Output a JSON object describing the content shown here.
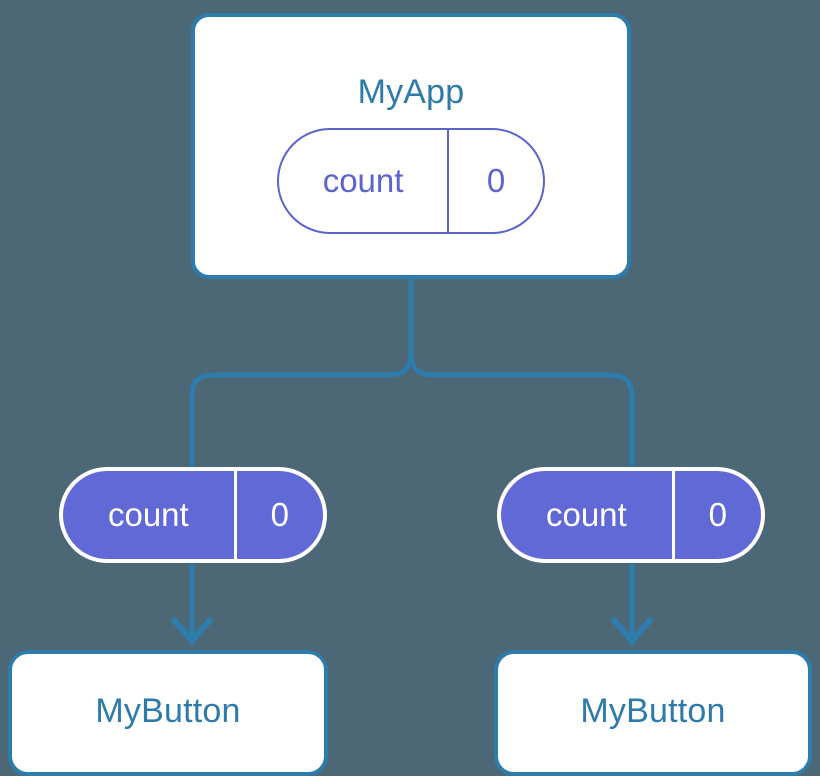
{
  "diagram": {
    "title": "React state propagation tree",
    "background_color": "#4c6775",
    "accent_blue": "#2e7cab",
    "accent_purple": "#6069d6",
    "pill_outline_purple": "#5c63ce",
    "white": "#ffffff"
  },
  "root": {
    "name": "MyApp",
    "state": {
      "key": "count",
      "value": "0"
    }
  },
  "children": [
    {
      "name": "MyButton",
      "state": {
        "key": "count",
        "value": "0"
      }
    },
    {
      "name": "MyButton",
      "state": {
        "key": "count",
        "value": "0"
      }
    }
  ],
  "connectors": {
    "stroke_color": "#2e7cab",
    "stroke_width": 5,
    "arrow_head": "chevron-down"
  }
}
